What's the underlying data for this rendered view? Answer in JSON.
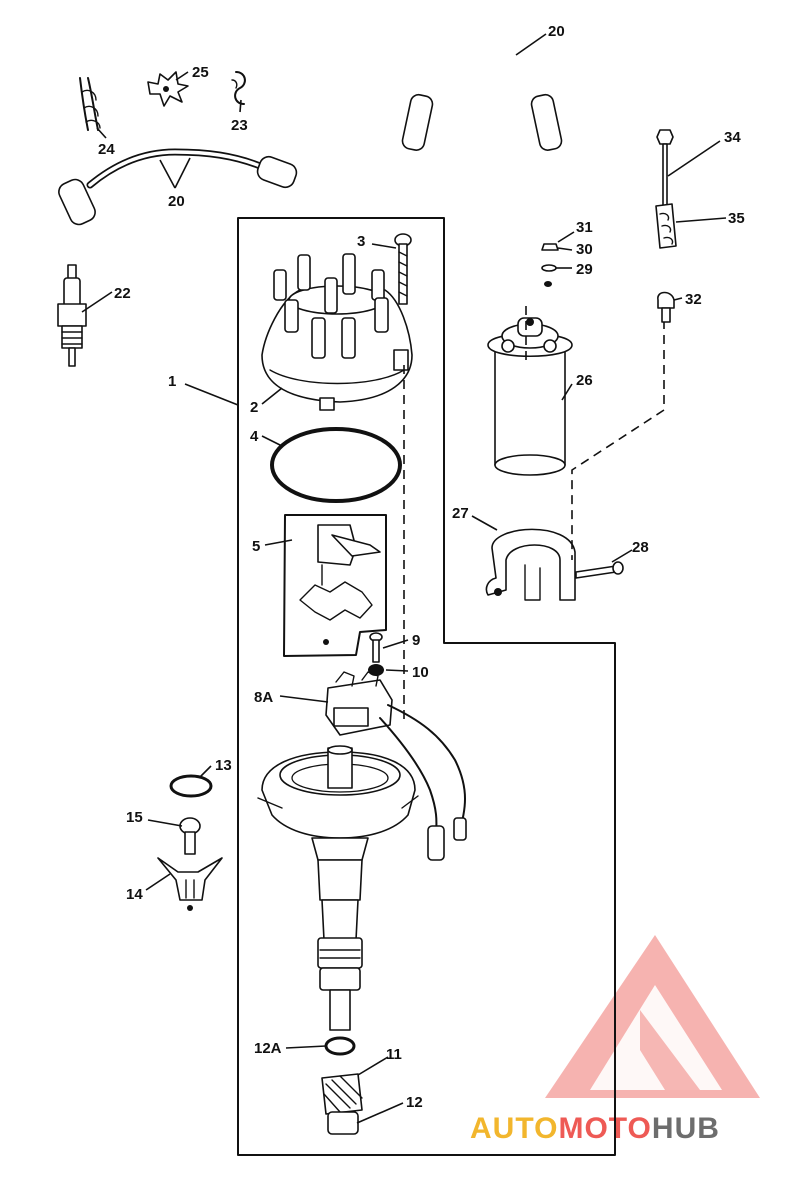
{
  "callouts": {
    "n1": "1",
    "n2": "2",
    "n3": "3",
    "n4": "4",
    "n5": "5",
    "n8a": "8A",
    "n9": "9",
    "n10": "10",
    "n11": "11",
    "n12": "12",
    "n12a": "12A",
    "n13": "13",
    "n14": "14",
    "n15": "15",
    "n20a": "20",
    "n20b": "20",
    "n22": "22",
    "n23": "23",
    "n24": "24",
    "n25": "25",
    "n26": "26",
    "n27": "27",
    "n28": "28",
    "n29": "29",
    "n30": "30",
    "n31": "31",
    "n32": "32",
    "n34": "34",
    "n35": "35"
  },
  "watermark": {
    "part1": "AUTO",
    "part2": "MOTO",
    "part3": "HUB",
    "colors": {
      "auto": "#f2b62d",
      "moto": "#ee5a55",
      "hub": "#6d6d6d",
      "triangle": "#f08b86"
    }
  }
}
